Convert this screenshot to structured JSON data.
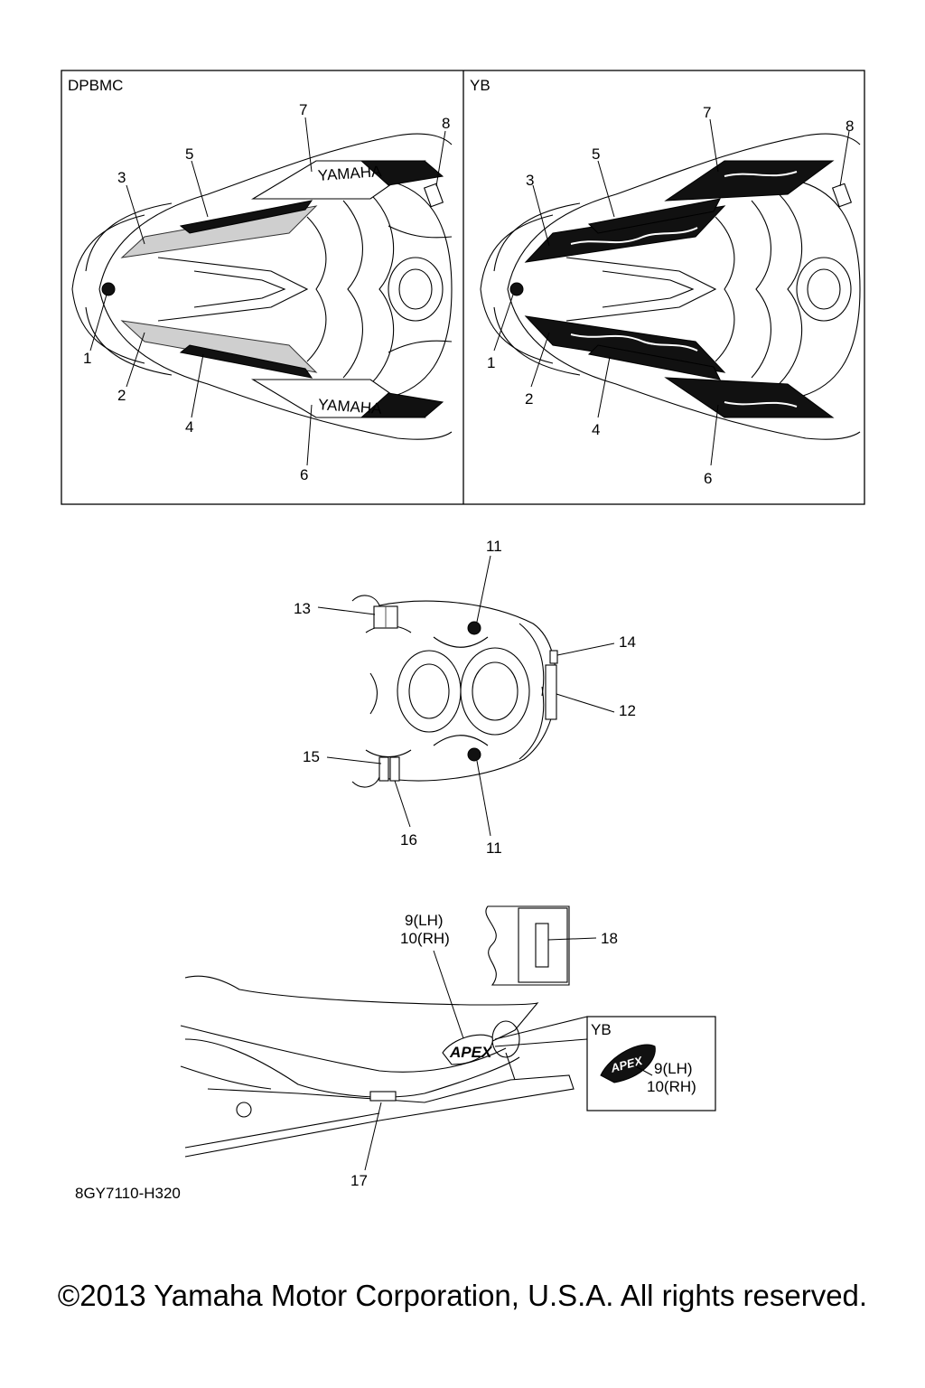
{
  "panels": {
    "left_title": "DPBMC",
    "right_title": "YB",
    "inset_title": "YB"
  },
  "callouts": {
    "c1": "1",
    "c2": "2",
    "c3": "3",
    "c4": "4",
    "c5": "5",
    "c6": "6",
    "c7": "7",
    "c8": "8",
    "c11": "11",
    "c12": "12",
    "c13": "13",
    "c14": "14",
    "c15": "15",
    "c16": "16",
    "c17": "17",
    "c18": "18",
    "c9_lh": "9(LH)",
    "c10_rh": "10(RH)"
  },
  "decal_text": {
    "yamaha": "YAMAHA",
    "apex": "APEX"
  },
  "drawing_code": "8GY7110-H320",
  "copyright": "©2013 Yamaha Motor Corporation, U.S.A. All rights reserved."
}
